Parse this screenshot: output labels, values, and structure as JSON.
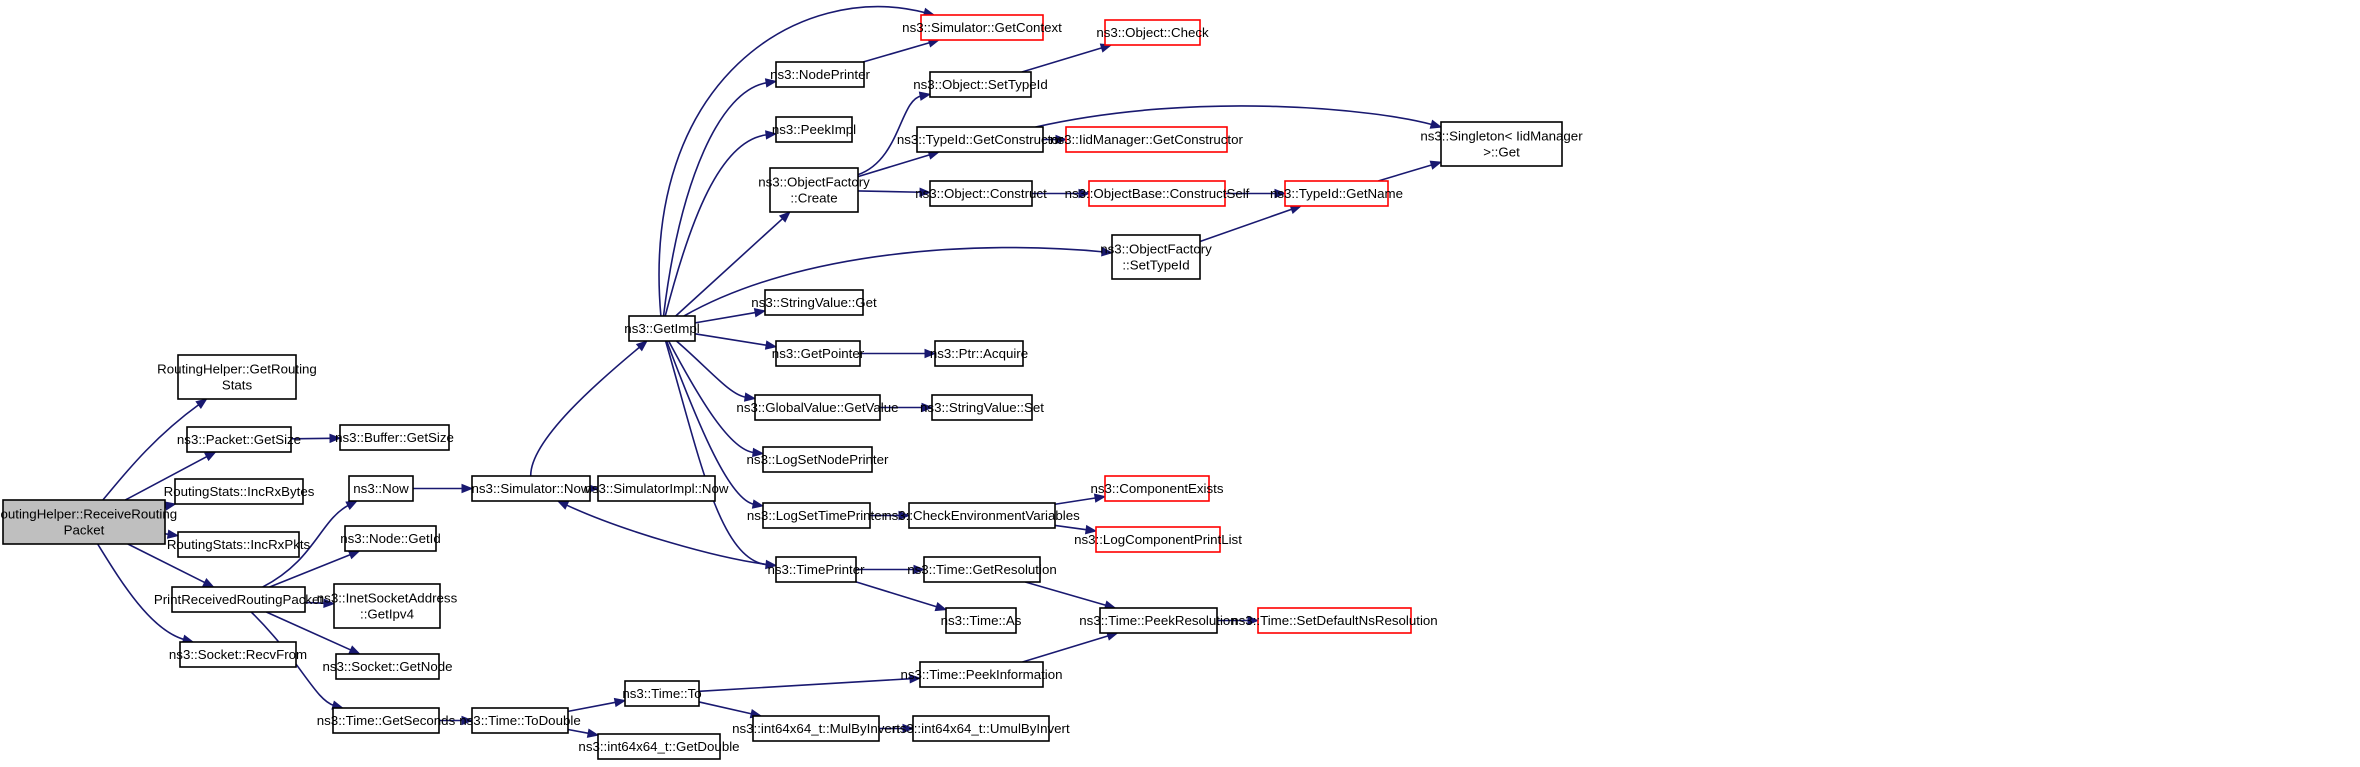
{
  "diagram": {
    "nodes": [
      {
        "id": "root",
        "lines": [
          "RoutingHelper::ReceiveRouting",
          "Packet"
        ],
        "style": "focus"
      },
      {
        "id": "getRoutingStats",
        "lines": [
          "RoutingHelper::GetRouting",
          "Stats"
        ],
        "style": "normal"
      },
      {
        "id": "packetGetSize",
        "lines": [
          "ns3::Packet::GetSize"
        ],
        "style": "normal"
      },
      {
        "id": "incRxBytes",
        "lines": [
          "RoutingStats::IncRxBytes"
        ],
        "style": "normal"
      },
      {
        "id": "incRxPkts",
        "lines": [
          "RoutingStats::IncRxPkts"
        ],
        "style": "normal"
      },
      {
        "id": "printReceived",
        "lines": [
          "PrintReceivedRoutingPacket"
        ],
        "style": "normal"
      },
      {
        "id": "recvFrom",
        "lines": [
          "ns3::Socket::RecvFrom"
        ],
        "style": "normal"
      },
      {
        "id": "bufferGetSize",
        "lines": [
          "ns3::Buffer::GetSize"
        ],
        "style": "normal"
      },
      {
        "id": "now",
        "lines": [
          "ns3::Now"
        ],
        "style": "normal"
      },
      {
        "id": "nodeGetId",
        "lines": [
          "ns3::Node::GetId"
        ],
        "style": "normal"
      },
      {
        "id": "inetGetIpv4",
        "lines": [
          "ns3::InetSocketAddress",
          "::GetIpv4"
        ],
        "style": "normal"
      },
      {
        "id": "socketGetNode",
        "lines": [
          "ns3::Socket::GetNode"
        ],
        "style": "normal"
      },
      {
        "id": "timeGetSeconds",
        "lines": [
          "ns3::Time::GetSeconds"
        ],
        "style": "normal"
      },
      {
        "id": "simNow",
        "lines": [
          "ns3::Simulator::Now"
        ],
        "style": "normal"
      },
      {
        "id": "simImplNow",
        "lines": [
          "ns3::SimulatorImpl::Now"
        ],
        "style": "normal"
      },
      {
        "id": "timeToDouble",
        "lines": [
          "ns3::Time::ToDouble"
        ],
        "style": "normal"
      },
      {
        "id": "getImpl",
        "lines": [
          "ns3::GetImpl"
        ],
        "style": "normal"
      },
      {
        "id": "timeTo",
        "lines": [
          "ns3::Time::To"
        ],
        "style": "normal"
      },
      {
        "id": "int64GetDouble",
        "lines": [
          "ns3::int64x64_t::GetDouble"
        ],
        "style": "normal"
      },
      {
        "id": "nodePrinter",
        "lines": [
          "ns3::NodePrinter"
        ],
        "style": "normal"
      },
      {
        "id": "peekImpl",
        "lines": [
          "ns3::PeekImpl"
        ],
        "style": "normal"
      },
      {
        "id": "objFactoryCreate",
        "lines": [
          "ns3::ObjectFactory",
          "::Create"
        ],
        "style": "normal"
      },
      {
        "id": "stringValueGet",
        "lines": [
          "ns3::StringValue::Get"
        ],
        "style": "normal"
      },
      {
        "id": "getPointer",
        "lines": [
          "ns3::GetPointer"
        ],
        "style": "normal"
      },
      {
        "id": "globalValueGetValue",
        "lines": [
          "ns3::GlobalValue::GetValue"
        ],
        "style": "normal"
      },
      {
        "id": "logSetNodePrinter",
        "lines": [
          "ns3::LogSetNodePrinter"
        ],
        "style": "normal"
      },
      {
        "id": "logSetTimePrinter",
        "lines": [
          "ns3::LogSetTimePrinter"
        ],
        "style": "normal"
      },
      {
        "id": "timePrinter",
        "lines": [
          "ns3::TimePrinter"
        ],
        "style": "normal"
      },
      {
        "id": "mulByInvert",
        "lines": [
          "ns3::int64x64_t::MulByInvert"
        ],
        "style": "normal"
      },
      {
        "id": "simGetContext",
        "lines": [
          "ns3::Simulator::GetContext"
        ],
        "style": "truncated"
      },
      {
        "id": "objSetTypeId",
        "lines": [
          "ns3::Object::SetTypeId"
        ],
        "style": "normal"
      },
      {
        "id": "typeIdGetConstructor",
        "lines": [
          "ns3::TypeId::GetConstructor"
        ],
        "style": "normal"
      },
      {
        "id": "objConstruct",
        "lines": [
          "ns3::Object::Construct"
        ],
        "style": "normal"
      },
      {
        "id": "objFactorySetTypeId",
        "lines": [
          "ns3::ObjectFactory",
          "::SetTypeId"
        ],
        "style": "normal"
      },
      {
        "id": "ptrAcquire",
        "lines": [
          "ns3::Ptr::Acquire"
        ],
        "style": "normal"
      },
      {
        "id": "stringValueSet",
        "lines": [
          "ns3::StringValue::Set"
        ],
        "style": "normal"
      },
      {
        "id": "checkEnvVars",
        "lines": [
          "ns3::CheckEnvironmentVariables"
        ],
        "style": "normal"
      },
      {
        "id": "timeGetResolution",
        "lines": [
          "ns3::Time::GetResolution"
        ],
        "style": "normal"
      },
      {
        "id": "timeAs",
        "lines": [
          "ns3::Time::As"
        ],
        "style": "normal"
      },
      {
        "id": "timePeekInformation",
        "lines": [
          "ns3::Time::PeekInformation"
        ],
        "style": "normal"
      },
      {
        "id": "umulByInvert",
        "lines": [
          "ns3::int64x64_t::UmulByInvert"
        ],
        "style": "normal"
      },
      {
        "id": "objectCheck",
        "lines": [
          "ns3::Object::Check"
        ],
        "style": "truncated"
      },
      {
        "id": "iidGetConstructor",
        "lines": [
          "ns3::IidManager::GetConstructor"
        ],
        "style": "truncated"
      },
      {
        "id": "objBaseConstructSelf",
        "lines": [
          "ns3::ObjectBase::ConstructSelf"
        ],
        "style": "truncated"
      },
      {
        "id": "typeIdGetName",
        "lines": [
          "ns3::TypeId::GetName"
        ],
        "style": "truncated"
      },
      {
        "id": "componentExists",
        "lines": [
          "ns3::ComponentExists"
        ],
        "style": "truncated"
      },
      {
        "id": "logComponentPrintList",
        "lines": [
          "ns3::LogComponentPrintList"
        ],
        "style": "truncated"
      },
      {
        "id": "timePeekResolution",
        "lines": [
          "ns3::Time::PeekResolution"
        ],
        "style": "normal"
      },
      {
        "id": "singletonGet",
        "lines": [
          "ns3::Singleton< IidManager",
          ">::Get"
        ],
        "style": "normal"
      },
      {
        "id": "setDefaultNsRes",
        "lines": [
          "ns3::Time::SetDefaultNsResolution"
        ],
        "style": "truncated"
      }
    ],
    "colors": {
      "edge": "#191970",
      "normal_border": "#000000",
      "truncated_border": "#ff0000",
      "focus_fill": "#bfbfbf",
      "background": "#ffffff"
    }
  }
}
